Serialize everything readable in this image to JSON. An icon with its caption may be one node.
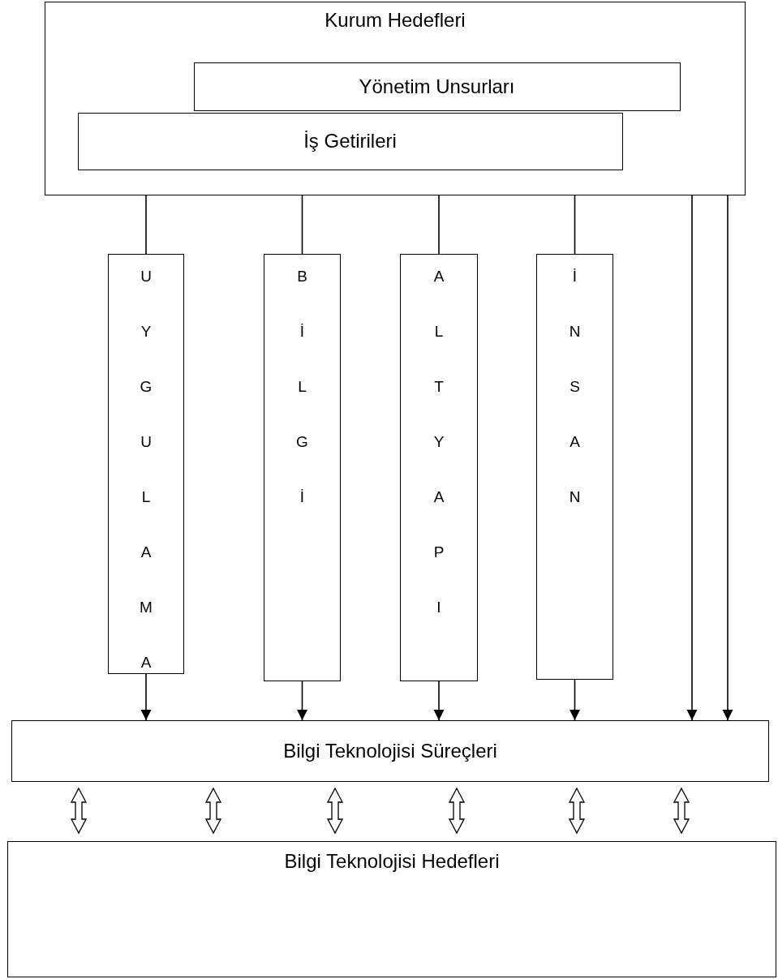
{
  "diagram": {
    "nodes": [
      {
        "text": [
          "Kurum Hedefleri"
        ]
      },
      {
        "text": [
          "Yönetim Unsurları"
        ],
        "in": 0
      },
      {
        "text": [
          "İş Getirileri"
        ],
        "in": 0
      },
      {
        "text": [
          "UYGULAMA"
        ]
      },
      {
        "text": [
          "BİLGİ"
        ]
      },
      {
        "text": [
          "ALTYAPI"
        ]
      },
      {
        "text": [
          "İNSAN"
        ]
      },
      {
        "text": [
          "Bilgi Teknolojisi Süreçleri"
        ]
      },
      {
        "text": [
          "Bilgi Teknolojisi Hedefleri"
        ]
      }
    ],
    "edges": [
      {
        "from": 0,
        "to": 3,
        "arrow": "none"
      },
      {
        "from": 0,
        "to": 4,
        "arrow": "none"
      },
      {
        "from": 0,
        "to": 5,
        "arrow": "none"
      },
      {
        "from": 0,
        "to": 6,
        "arrow": "none"
      },
      {
        "from": 3,
        "to": 7,
        "arrow": "to"
      },
      {
        "from": 4,
        "to": 7,
        "arrow": "to"
      },
      {
        "from": 5,
        "to": 7,
        "arrow": "to"
      },
      {
        "from": 6,
        "to": 7,
        "arrow": "to"
      },
      {
        "from": 0,
        "to": 7,
        "arrow": "to"
      },
      {
        "from": 0,
        "to": 7,
        "arrow": "to"
      },
      {
        "from": 7,
        "to": 8,
        "arrow": "both",
        "style": "thick"
      },
      {
        "from": 7,
        "to": 8,
        "arrow": "both",
        "style": "thick"
      },
      {
        "from": 7,
        "to": 8,
        "arrow": "both",
        "style": "thick"
      },
      {
        "from": 7,
        "to": 8,
        "arrow": "both",
        "style": "thick"
      },
      {
        "from": 7,
        "to": 8,
        "arrow": "both",
        "style": "thick"
      },
      {
        "from": 7,
        "to": 8,
        "arrow": "both",
        "style": "thick"
      }
    ]
  }
}
